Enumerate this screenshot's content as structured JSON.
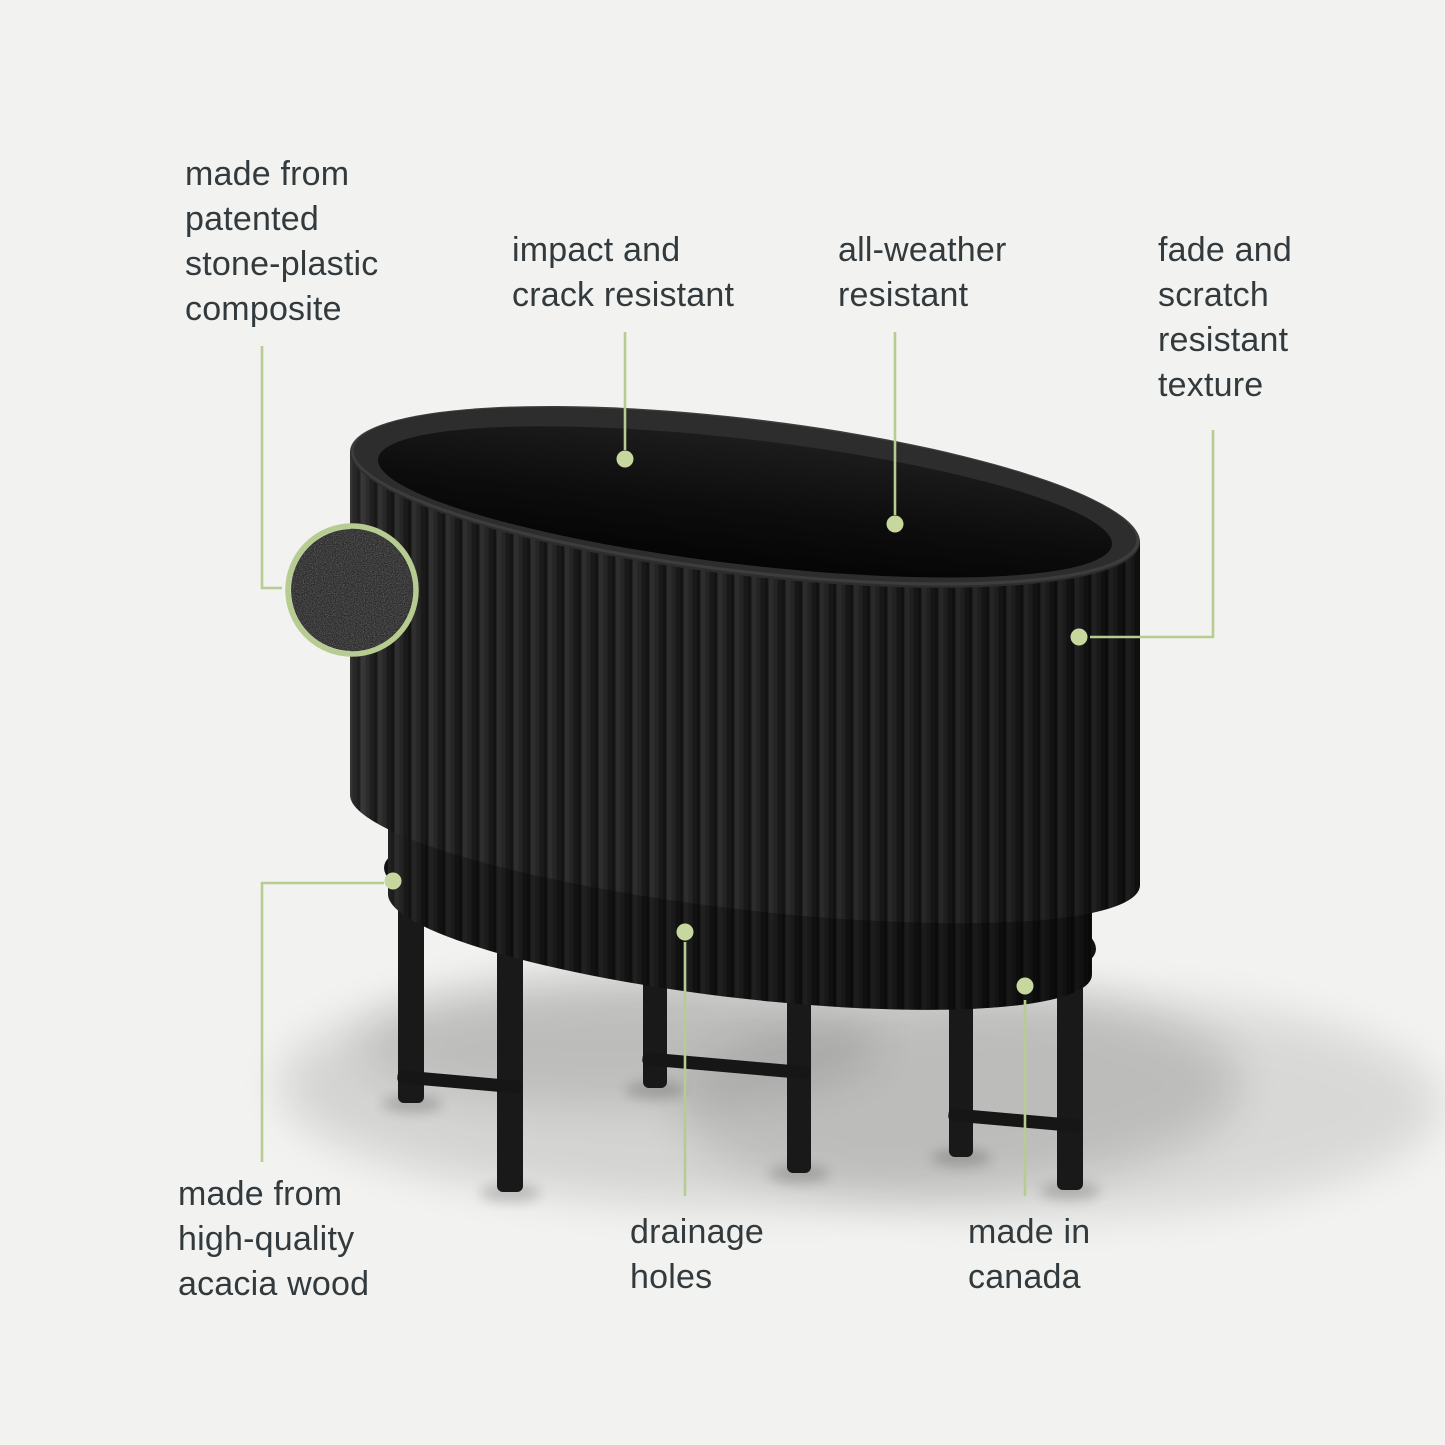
{
  "colors": {
    "background": "#f2f2f0",
    "text": "#323a3d",
    "leader_line": "#b7cc90",
    "dot": "#c6d89d",
    "planter": "#232323"
  },
  "callouts": {
    "composite": {
      "lines": [
        "made from",
        "patented",
        "stone-plastic",
        "composite"
      ]
    },
    "impact": {
      "lines": [
        "impact and",
        "crack resistant"
      ]
    },
    "weather": {
      "lines": [
        "all-weather",
        "resistant"
      ]
    },
    "fade": {
      "lines": [
        "fade and",
        "scratch",
        "resistant",
        "texture"
      ]
    },
    "acacia": {
      "lines": [
        "made from",
        "high-quality",
        "acacia wood"
      ]
    },
    "drainage": {
      "lines": [
        "drainage",
        "holes"
      ]
    },
    "canada": {
      "lines": [
        "made in",
        "canada"
      ]
    }
  },
  "illustration": {
    "subject": "fluted-oval-planter-on-stand",
    "inset": "texture-detail-magnifier"
  }
}
